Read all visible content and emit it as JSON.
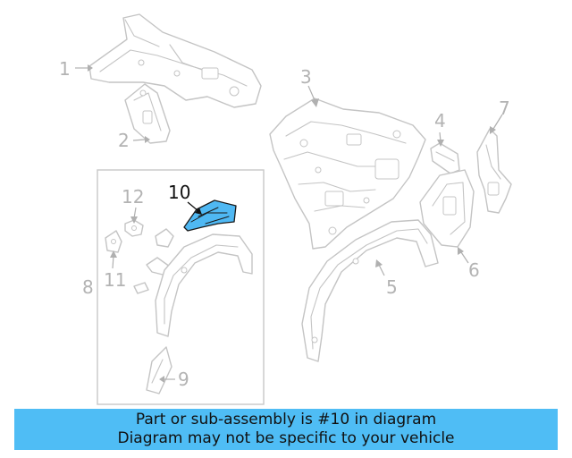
{
  "callouts": {
    "c1": "1",
    "c2": "2",
    "c3": "3",
    "c4": "4",
    "c5": "5",
    "c6": "6",
    "c7": "7",
    "c8": "8",
    "c9": "9",
    "c10": "10",
    "c11": "11",
    "c12": "12"
  },
  "highlighted_part": "10",
  "colors": {
    "highlight": "#4fb8f3",
    "banner": "#4fbdf5",
    "line_art": "#c4c4c4"
  },
  "banner": {
    "line1": "Part or sub-assembly is #10 in diagram",
    "line2": "Diagram may not be specific to your vehicle"
  }
}
